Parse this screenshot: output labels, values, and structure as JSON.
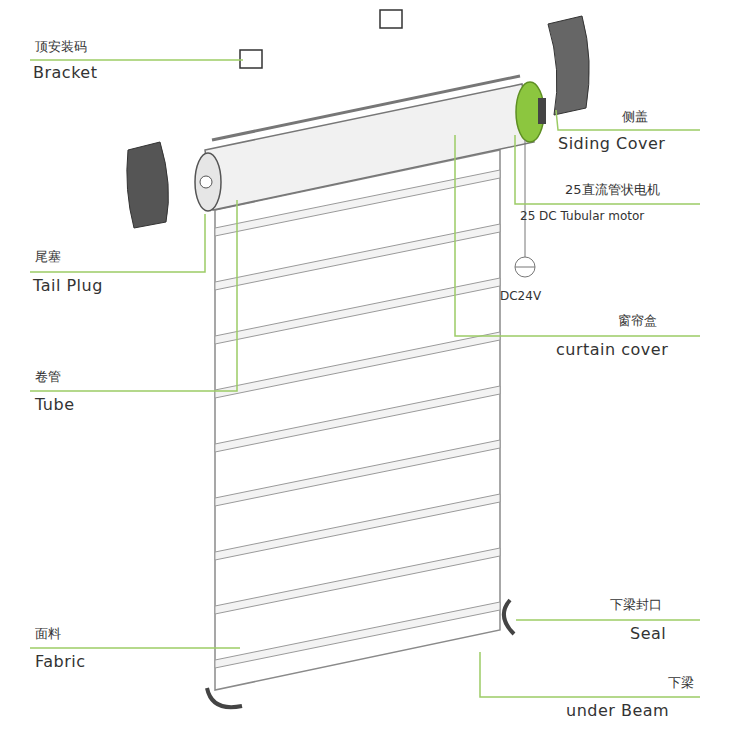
{
  "diagram": {
    "labels": [
      "顶安装码",
      "Bracket",
      "侧盖",
      "Siding Cover",
      "25直流管状电机",
      "25 DC Tubular motor",
      "DC24V",
      "尾塞",
      "Tail Plug",
      "窗帘盒",
      "curtain cover",
      "卷管",
      "Tube",
      "下梁封口",
      "Seal",
      "面料",
      "Fabric",
      "下梁",
      "under Beam"
    ]
  }
}
